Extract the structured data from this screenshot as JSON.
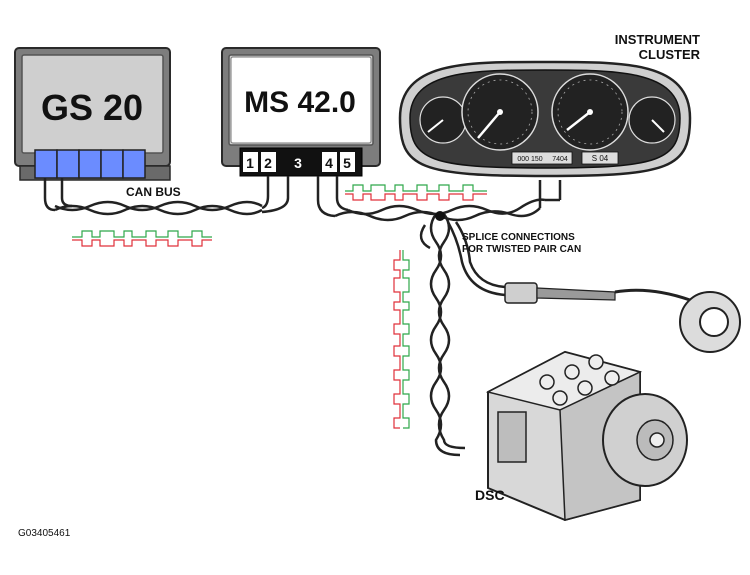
{
  "modules": {
    "gs20": {
      "label": "GS 20"
    },
    "ms42": {
      "label": "MS 42.0",
      "pins": [
        "1",
        "2",
        "3",
        "4",
        "5"
      ]
    },
    "cluster": {
      "label_line1": "INSTRUMENT",
      "label_line2": "CLUSTER",
      "odometer": "000 150",
      "trip": "7404",
      "gear": "S 04"
    },
    "dsc": {
      "label": "DSC"
    }
  },
  "bus": {
    "label": "CAN BUS"
  },
  "splice": {
    "line1": "SPLICE CONNECTIONS",
    "line2": "FOR TWISTED PAIR CAN"
  },
  "figure_id": "G03405461",
  "colors": {
    "module_gray": "#8c8c8c",
    "connector_blue": "#6b8cff",
    "signal_green": "#2fa84a",
    "signal_red": "#e0303a"
  }
}
